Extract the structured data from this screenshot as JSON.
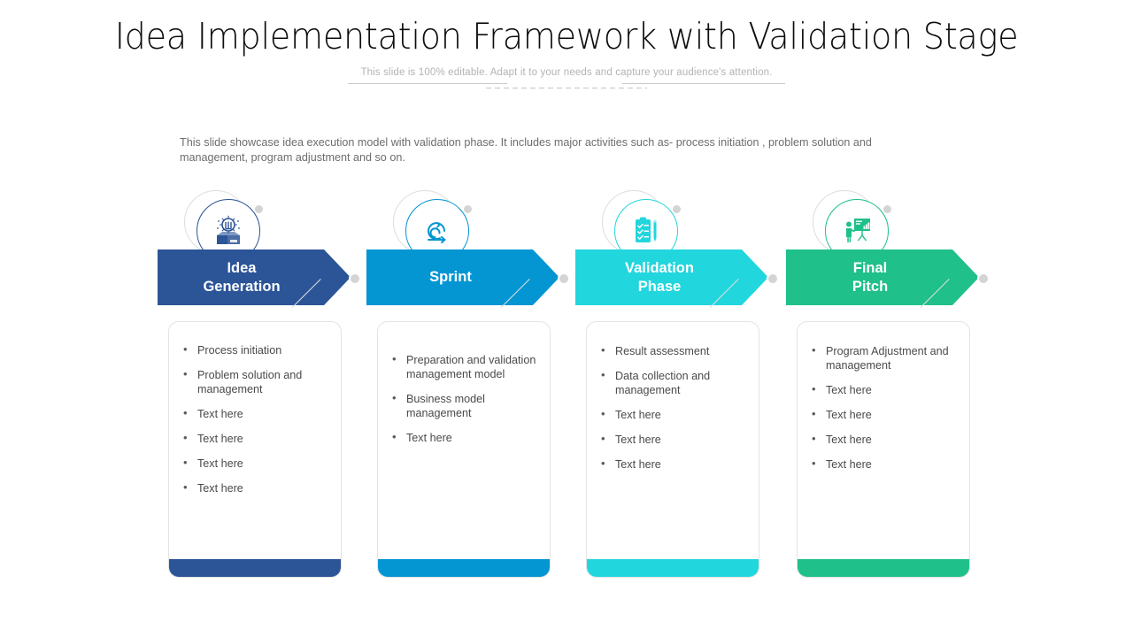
{
  "header": {
    "title": "Idea Implementation Framework with Validation Stage",
    "subtitle": "This slide is 100% editable. Adapt it to your needs and capture your audience's attention."
  },
  "description": "This slide showcase idea execution model with validation phase. It includes major activities such as- process initiation , problem solution and management, program adjustment and so on.",
  "colors": {
    "stage1": "#2B5597",
    "stage2": "#0495D3",
    "stage3": "#22D6DD",
    "stage4": "#1FC08A",
    "ghost_circle": "#dddddd",
    "dot": "#d4d4d4",
    "card_border": "#e3e3e3",
    "body_text": "#4a4a4a",
    "muted_text": "#b3b3b3"
  },
  "stages": [
    {
      "id": "idea-generation",
      "label": "Idea\nGeneration",
      "color": "#2B5597",
      "icon": "idea-box-icon",
      "bullets": [
        "Process initiation",
        "Problem solution and management",
        "Text here",
        "Text here",
        "Text here",
        "Text here"
      ]
    },
    {
      "id": "sprint",
      "label": "Sprint",
      "color": "#0495D3",
      "icon": "agile-loop-icon",
      "bullets": [
        "Preparation and validation management model",
        "Business model management",
        "Text here"
      ]
    },
    {
      "id": "validation-phase",
      "label": "Validation\nPhase",
      "color": "#22D6DD",
      "icon": "clipboard-checklist-icon",
      "bullets": [
        "Result assessment",
        "Data collection and management",
        "Text here",
        "Text here",
        "Text here"
      ]
    },
    {
      "id": "final-pitch",
      "label": "Final\nPitch",
      "color": "#1FC08A",
      "icon": "presentation-board-icon",
      "bullets": [
        "Program Adjustment and management",
        "Text here",
        "Text here",
        "Text here",
        "Text here"
      ]
    }
  ]
}
